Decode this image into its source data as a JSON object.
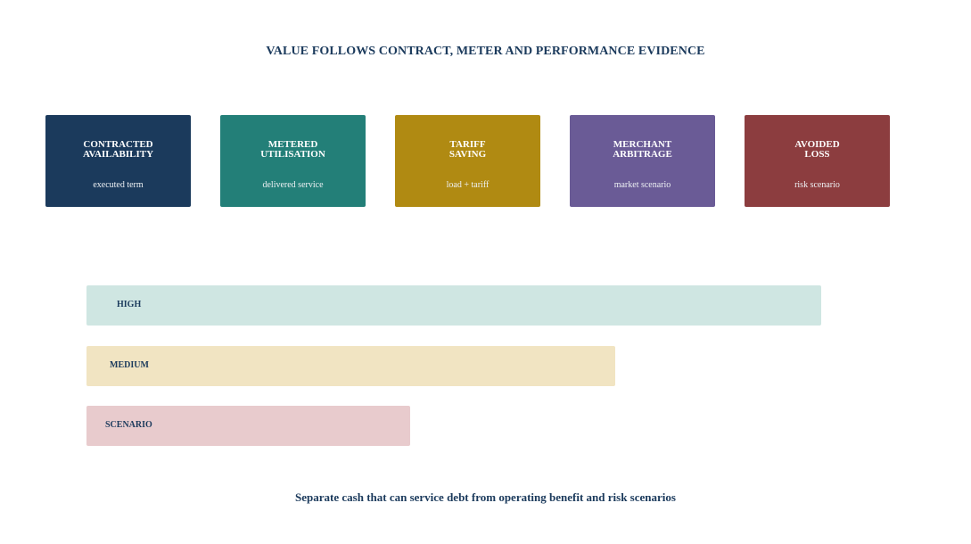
{
  "title": "VALUE FOLLOWS CONTRACT, METER AND PERFORMANCE EVIDENCE",
  "cards": [
    {
      "title": "CONTRACTED\nAVAILABILITY",
      "subtitle": "executed term",
      "color": "#1b3a5c"
    },
    {
      "title": "METERED\nUTILISATION",
      "subtitle": "delivered service",
      "color": "#237f78"
    },
    {
      "title": "TARIFF\nSAVING",
      "subtitle": "load + tariff",
      "color": "#b08a12"
    },
    {
      "title": "MERCHANT\nARBITRAGE",
      "subtitle": "market scenario",
      "color": "#6a5b96"
    },
    {
      "title": "AVOIDED\nLOSS",
      "subtitle": "risk scenario",
      "color": "#8c3d3f"
    }
  ],
  "bars": [
    {
      "label": "HIGH",
      "level": 100,
      "color": "#cfe6e2"
    },
    {
      "label": "MEDIUM",
      "level": 72,
      "color": "#f1e4c2"
    },
    {
      "label": "SCENARIO",
      "level": 44,
      "color": "#e8cbcd"
    }
  ],
  "footer": "Separate cash that can service debt from operating benefit and risk scenarios"
}
